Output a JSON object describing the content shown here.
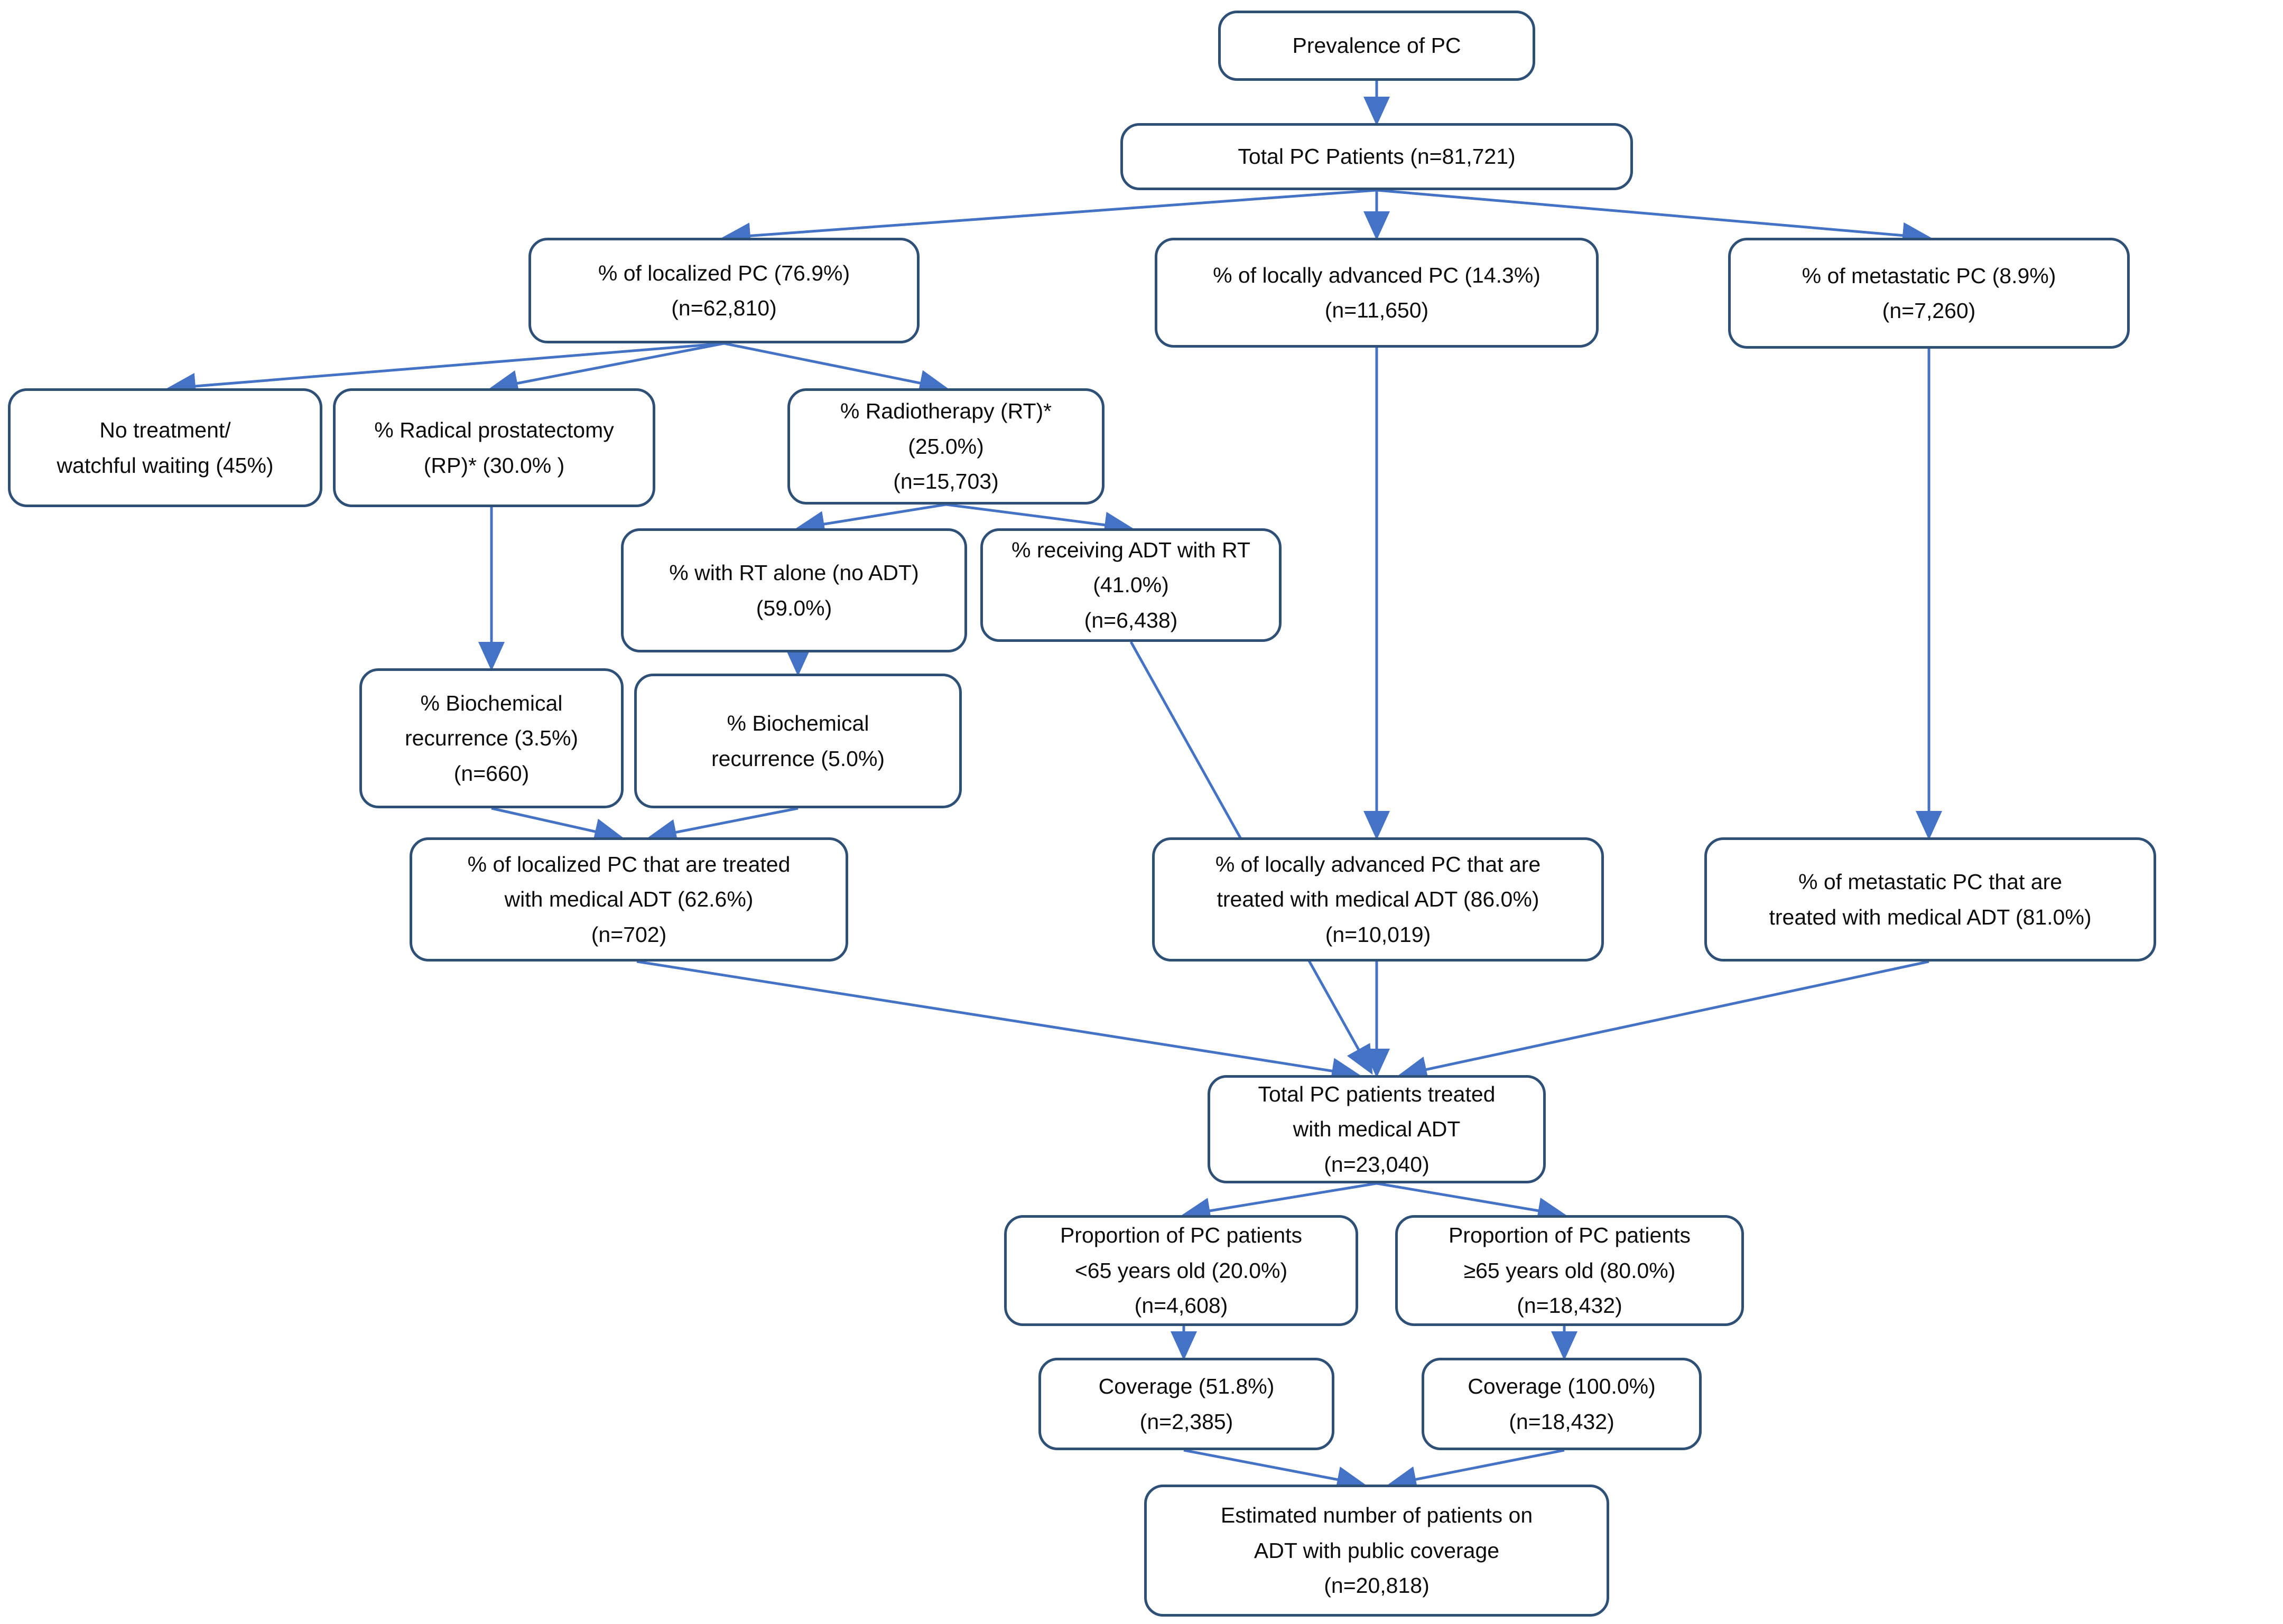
{
  "diagram": {
    "title": "Prostate cancer (PC) treatment and ADT public-coverage flow diagram",
    "type": "flowchart",
    "colors": {
      "node_border": "#2E5077",
      "node_fill": "#FFFFFF",
      "arrow": "#4472C4",
      "text": "#0D0D0D"
    },
    "nodes": [
      {
        "id": "prevalence",
        "label": "Prevalence of PC"
      },
      {
        "id": "total_pc",
        "label": "Total PC Patients (n=81,721)"
      },
      {
        "id": "localized",
        "label": "% of localized PC (76.9%)\n(n=62,810)"
      },
      {
        "id": "locally_advanced",
        "label": "% of locally advanced PC (14.3%)\n(n=11,650)"
      },
      {
        "id": "metastatic",
        "label": "% of metastatic PC (8.9%)\n(n=7,260)"
      },
      {
        "id": "no_treatment",
        "label": "No treatment/\nwatchful waiting (45%)"
      },
      {
        "id": "radical_prost",
        "label": "% Radical prostatectomy\n(RP)* (30.0% )"
      },
      {
        "id": "radiotherapy",
        "label": "% Radiotherapy (RT)*\n(25.0%)\n(n=15,703)"
      },
      {
        "id": "rt_alone",
        "label": "% with RT alone (no ADT)\n(59.0%)"
      },
      {
        "id": "adt_with_rt",
        "label": "% receiving ADT with RT\n(41.0%)\n(n=6,438)"
      },
      {
        "id": "bcr_rp",
        "label": "% Biochemical\nrecurrence (3.5%)\n(n=660)"
      },
      {
        "id": "bcr_rt",
        "label": "% Biochemical\nrecurrence (5.0%)"
      },
      {
        "id": "localized_adt",
        "label": "% of localized PC that are treated\nwith medical ADT (62.6%)\n(n=702)"
      },
      {
        "id": "locally_adv_adt",
        "label": "% of locally advanced PC that are\ntreated with medical ADT (86.0%)\n(n=10,019)"
      },
      {
        "id": "metastatic_adt",
        "label": "% of metastatic PC that are\ntreated with medical ADT (81.0%)"
      },
      {
        "id": "total_adt",
        "label": "Total PC patients treated\nwith medical ADT\n(n=23,040)"
      },
      {
        "id": "under65",
        "label": "Proportion of PC patients\n<65 years old (20.0%)\n(n=4,608)"
      },
      {
        "id": "over65",
        "label": "Proportion of PC patients\n≥65 years old (80.0%)\n(n=18,432)"
      },
      {
        "id": "coverage_under65",
        "label": "Coverage  (51.8%)\n(n=2,385)"
      },
      {
        "id": "coverage_over65",
        "label": "Coverage  (100.0%)\n(n=18,432)"
      },
      {
        "id": "estimated_total",
        "label": "Estimated number of patients on\nADT with public coverage\n(n=20,818)"
      }
    ],
    "values": {
      "total_pc_patients": 81721,
      "localized_pct": 76.9,
      "localized_n": 62810,
      "locally_advanced_pct": 14.3,
      "locally_advanced_n": 11650,
      "metastatic_pct": 8.9,
      "metastatic_n": 7260,
      "no_treatment_pct": 45,
      "radical_prostatectomy_pct": 30.0,
      "radiotherapy_pct": 25.0,
      "radiotherapy_n": 15703,
      "rt_alone_pct": 59.0,
      "adt_with_rt_pct": 41.0,
      "adt_with_rt_n": 6438,
      "bcr_rp_pct": 3.5,
      "bcr_rp_n": 660,
      "bcr_rt_pct": 5.0,
      "localized_adt_pct": 62.6,
      "localized_adt_n": 702,
      "locally_advanced_adt_pct": 86.0,
      "locally_advanced_adt_n": 10019,
      "metastatic_adt_pct": 81.0,
      "total_adt_n": 23040,
      "under65_pct": 20.0,
      "under65_n": 4608,
      "over65_pct": 80.0,
      "over65_n": 18432,
      "coverage_under65_pct": 51.8,
      "coverage_under65_n": 2385,
      "coverage_over65_pct": 100.0,
      "coverage_over65_n": 18432,
      "estimated_total_n": 20818
    }
  }
}
